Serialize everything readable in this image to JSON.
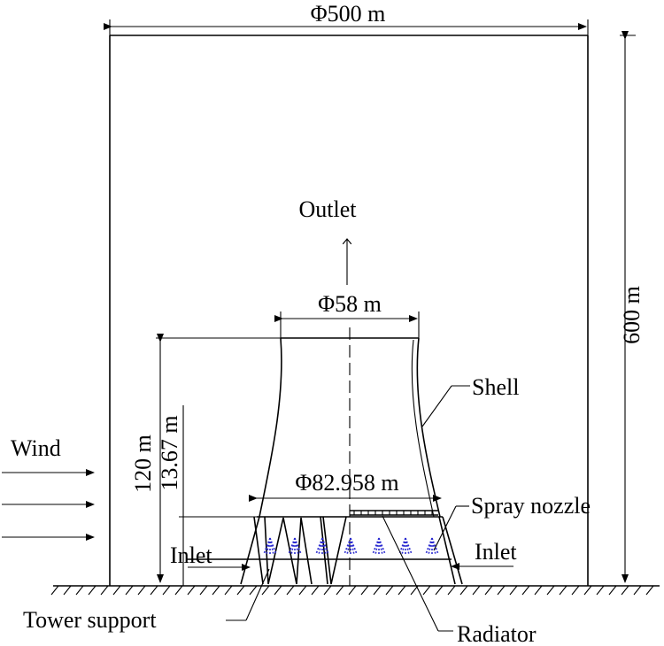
{
  "labels": {
    "domain_width": "Φ500 m",
    "domain_height": "600 m",
    "outlet": "Outlet",
    "top_diameter": "Φ58 m",
    "bottom_diameter": "Φ82.958 m",
    "tower_height": "120 m",
    "inlet_height": "13.67 m",
    "shell": "Shell",
    "spray_nozzle": "Spray nozzle",
    "wind": "Wind",
    "inlet_left": "Inlet",
    "inlet_right": "Inlet",
    "tower_support": "Tower support",
    "radiator": "Radiator"
  }
}
